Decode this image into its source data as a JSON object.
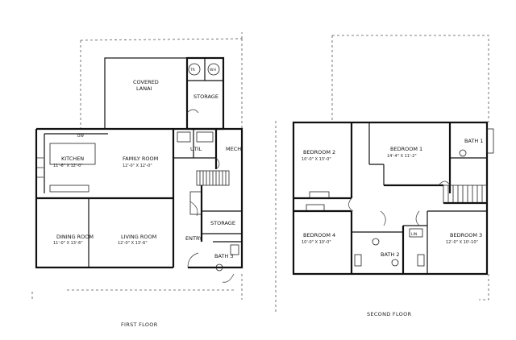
{
  "first_floor": {
    "caption": "FIRST FLOOR",
    "rooms": {
      "covered_lanai": {
        "line1": "COVERED",
        "line2": "LANAI"
      },
      "storage_upper": {
        "name": "STORAGE"
      },
      "kitchen": {
        "name": "KITCHEN",
        "dims": "11'-6\" X 12'-0\""
      },
      "family_room": {
        "name": "FAMILY ROOM",
        "dims": "12'-0\" X 12'-0\""
      },
      "util": {
        "name": "UTIL"
      },
      "mech": {
        "name": "MECH"
      },
      "dining_room": {
        "name": "DINING ROOM",
        "dims": "11'-0\" X 13'-6\""
      },
      "living_room": {
        "name": "LIVING ROOM",
        "dims": "12'-0\" X 13'-6\""
      },
      "storage_lower": {
        "name": "STORAGE"
      },
      "entry": {
        "name": "ENTRY"
      },
      "bath3": {
        "name": "BATH 3"
      }
    },
    "fixtures": {
      "tr": "TR",
      "wh": "WH",
      "dw": "DW"
    }
  },
  "second_floor": {
    "caption": "SECOND FLOOR",
    "rooms": {
      "bedroom2": {
        "name": "BEDROOM 2",
        "dims": "10'-0\" X 13'-0\""
      },
      "bedroom1": {
        "name": "BEDROOM 1",
        "dims": "14'-4\" X 11'-2\""
      },
      "bath1": {
        "name": "BATH 1"
      },
      "bedroom4": {
        "name": "BEDROOM 4",
        "dims": "10'-0\" X 10'-0\""
      },
      "bath2": {
        "name": "BATH 2"
      },
      "bedroom3": {
        "name": "BEDROOM 3",
        "dims": "12'-0\" X 10'-10\""
      },
      "linen": {
        "name": "LIN"
      }
    }
  }
}
